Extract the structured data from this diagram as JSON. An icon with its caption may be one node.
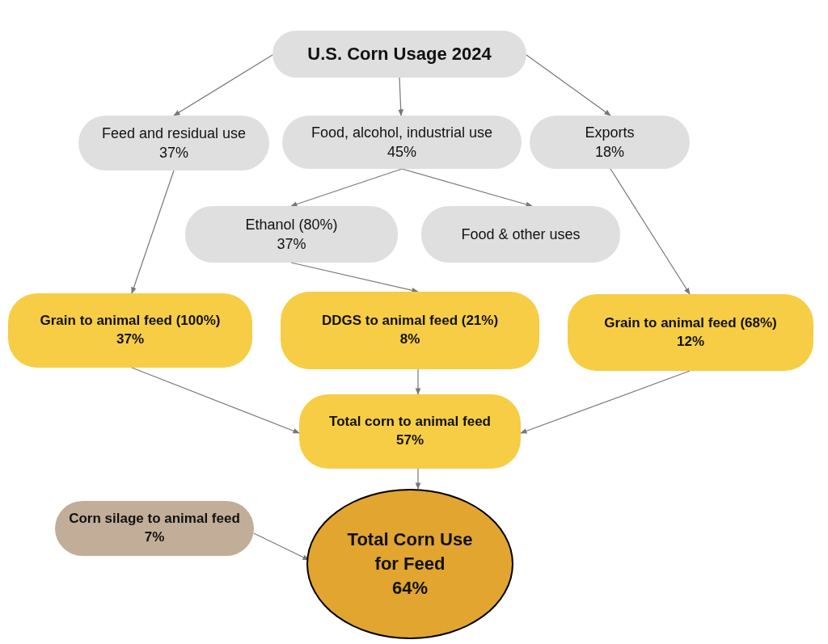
{
  "diagram": {
    "nodes": [
      {
        "text": [
          "U.S. Corn Usage 2024"
        ]
      },
      {
        "text": [
          "Feed and residual use",
          "37%"
        ]
      },
      {
        "text": [
          "Food, alcohol, industrial use",
          "45%"
        ]
      },
      {
        "text": [
          "Exports",
          "18%"
        ]
      },
      {
        "text": [
          "Ethanol (80%)",
          "37%"
        ]
      },
      {
        "text": [
          "Food & other uses"
        ]
      },
      {
        "text": [
          "Grain to animal feed (100%)",
          "37%"
        ]
      },
      {
        "text": [
          "DDGS to animal feed (21%)",
          "8%"
        ]
      },
      {
        "text": [
          "Grain to animal feed (68%)",
          "12%"
        ]
      },
      {
        "text": [
          "Total corn to animal feed",
          "57%"
        ]
      },
      {
        "text": [
          "Corn silage to animal feed 7%"
        ]
      },
      {
        "text": [
          "Total Corn Use for Feed",
          "64%"
        ]
      }
    ],
    "edges": [
      {
        "from": 0,
        "to": 1,
        "arrow": "to"
      },
      {
        "from": 0,
        "to": 2,
        "arrow": "to"
      },
      {
        "from": 0,
        "to": 3,
        "arrow": "to"
      },
      {
        "from": 2,
        "to": 4,
        "arrow": "to"
      },
      {
        "from": 2,
        "to": 5,
        "arrow": "to"
      },
      {
        "from": 1,
        "to": 6,
        "arrow": "to"
      },
      {
        "from": 4,
        "to": 7,
        "arrow": "to"
      },
      {
        "from": 3,
        "to": 8,
        "arrow": "to"
      },
      {
        "from": 6,
        "to": 9,
        "arrow": "to"
      },
      {
        "from": 7,
        "to": 9,
        "arrow": "to"
      },
      {
        "from": 8,
        "to": 9,
        "arrow": "to"
      },
      {
        "from": 9,
        "to": 11,
        "arrow": "to"
      },
      {
        "from": 10,
        "to": 11,
        "arrow": "to"
      }
    ]
  }
}
